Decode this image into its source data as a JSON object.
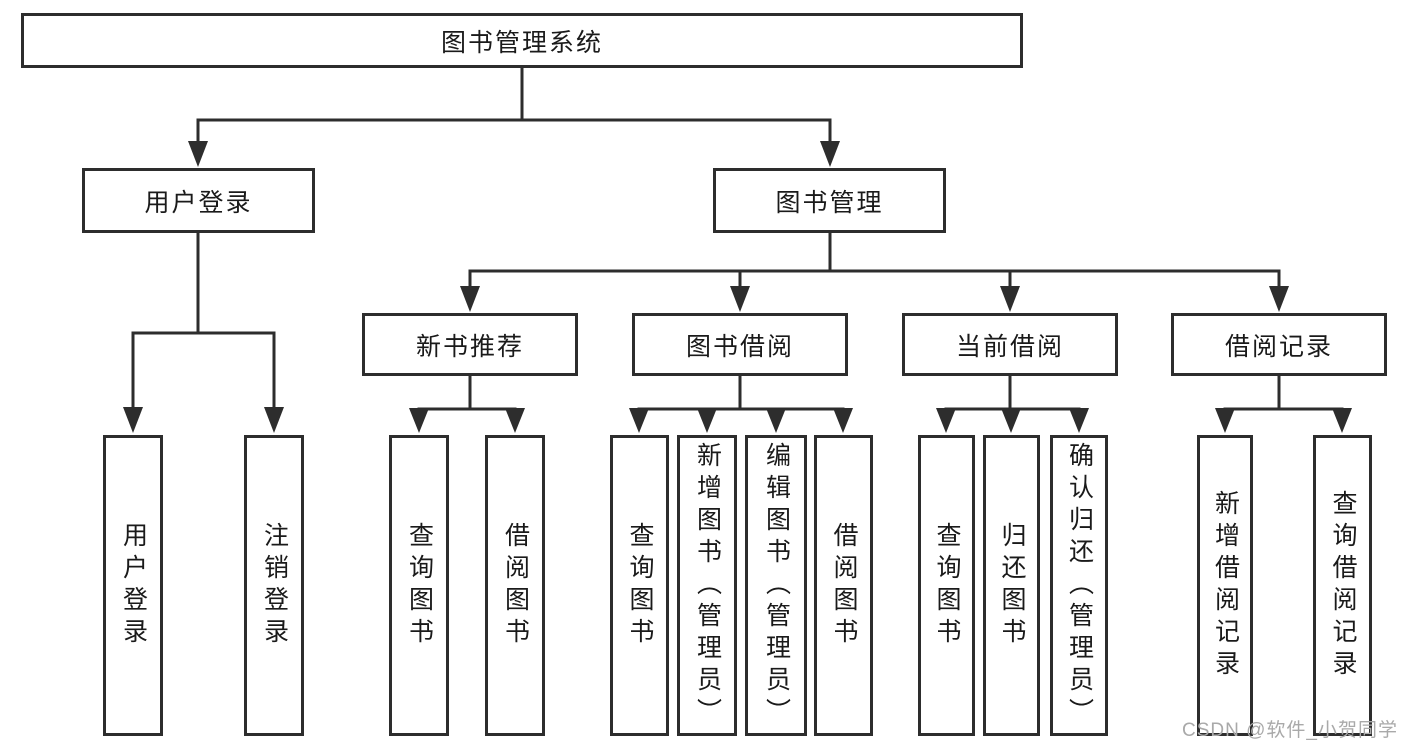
{
  "tree": {
    "label": "图书管理系统",
    "children": [
      {
        "label": "用户登录",
        "children": [
          {
            "label": "用户登录"
          },
          {
            "label": "注销登录"
          }
        ]
      },
      {
        "label": "图书管理",
        "children": [
          {
            "label": "新书推荐",
            "children": [
              {
                "label": "查询图书"
              },
              {
                "label": "借阅图书"
              }
            ]
          },
          {
            "label": "图书借阅",
            "children": [
              {
                "label": "查询图书"
              },
              {
                "label": "新增图书（管理员）"
              },
              {
                "label": "编辑图书（管理员）"
              },
              {
                "label": "借阅图书"
              }
            ]
          },
          {
            "label": "当前借阅",
            "children": [
              {
                "label": "查询图书"
              },
              {
                "label": "归还图书"
              },
              {
                "label": "确认归还（管理员）"
              }
            ]
          },
          {
            "label": "借阅记录",
            "children": [
              {
                "label": "新增借阅记录"
              },
              {
                "label": "查询借阅记录"
              }
            ]
          }
        ]
      }
    ]
  },
  "watermark": "CSDN @软件_小贺同学",
  "colors": {
    "line": "#2d2d2d",
    "box_border": "#2d2d2d",
    "text": "#1a1a1a",
    "watermark": "#a9a9a9",
    "background": "#ffffff"
  }
}
